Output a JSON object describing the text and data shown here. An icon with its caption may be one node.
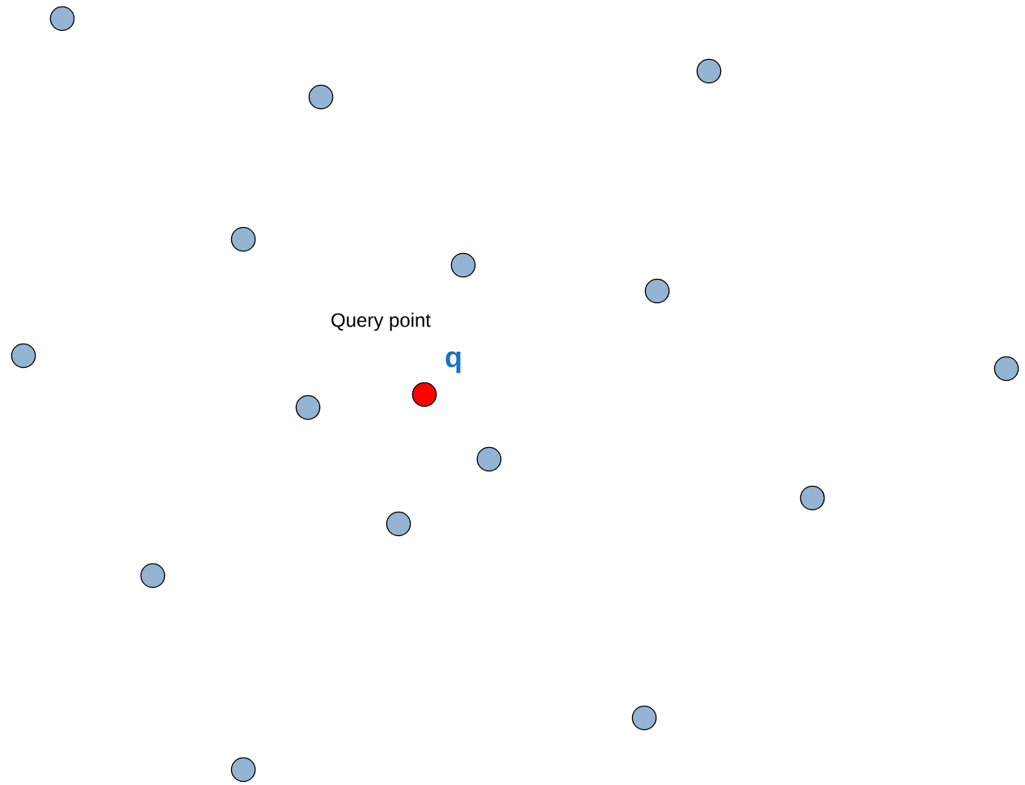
{
  "diagram": {
    "nodes": [
      {
        "text": [],
        "shape": "circle"
      },
      {
        "text": [],
        "shape": "circle"
      },
      {
        "text": [],
        "shape": "circle"
      },
      {
        "text": [],
        "shape": "circle"
      },
      {
        "text": [],
        "shape": "circle"
      },
      {
        "text": [],
        "shape": "circle"
      },
      {
        "text": [],
        "shape": "circle"
      },
      {
        "text": [],
        "shape": "circle"
      },
      {
        "text": [],
        "shape": "circle",
        "beside": [
          "Query point",
          "q"
        ]
      },
      {
        "text": [],
        "shape": "circle"
      },
      {
        "text": [],
        "shape": "circle"
      },
      {
        "text": [],
        "shape": "circle"
      },
      {
        "text": [],
        "shape": "circle"
      },
      {
        "text": [],
        "shape": "circle"
      },
      {
        "text": [],
        "shape": "circle"
      },
      {
        "text": [],
        "shape": "circle"
      }
    ]
  }
}
